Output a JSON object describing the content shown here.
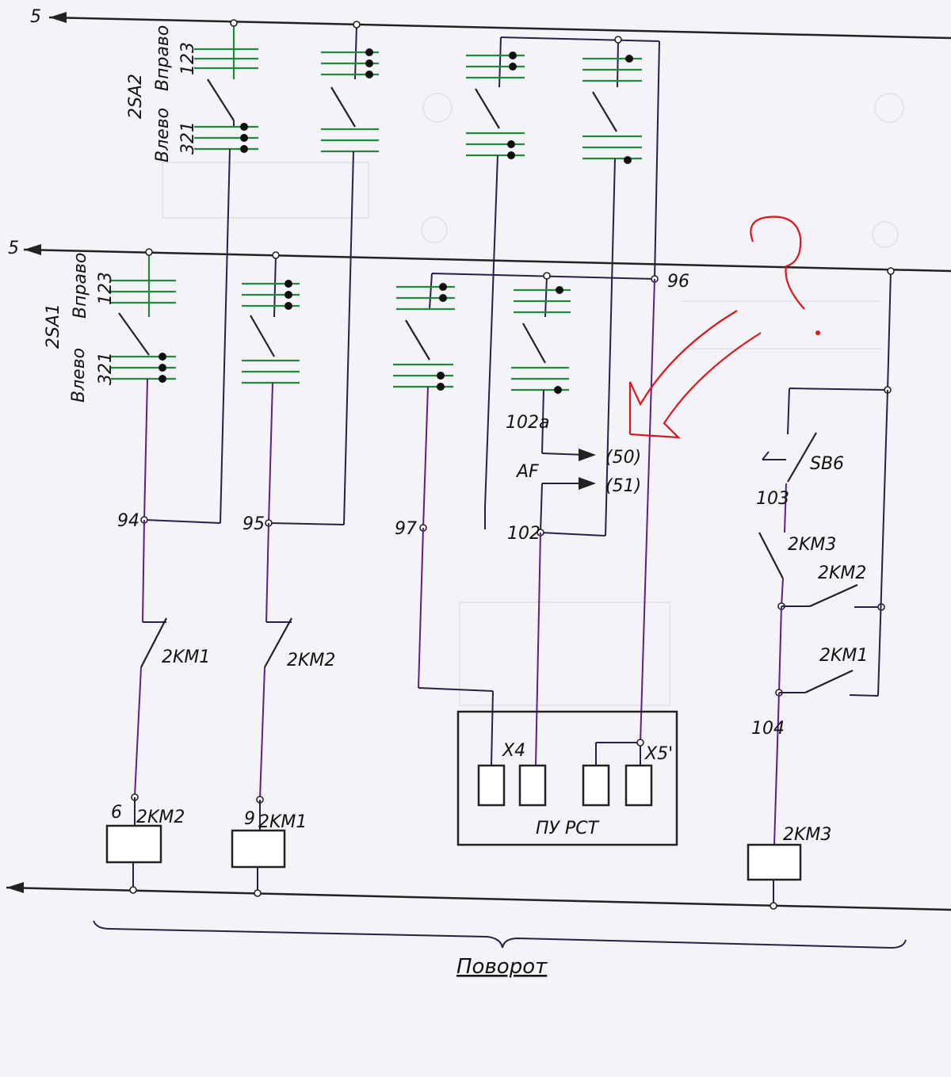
{
  "buses": {
    "top_label": "5",
    "mid_label": "5"
  },
  "switches": {
    "sa2": {
      "name": "2SA2",
      "right": "Вправо",
      "right_num": "123",
      "left": "Влево",
      "left_num": "321"
    },
    "sa1": {
      "name": "2SA1",
      "right": "Вправо",
      "right_num": "123",
      "left": "Влево",
      "left_num": "321"
    }
  },
  "nodes": {
    "n94": "94",
    "n95": "95",
    "n96": "96",
    "n97": "97",
    "n102": "102",
    "n102a": "102а",
    "n103": "103",
    "n104": "104",
    "n6": "6",
    "n9": "9"
  },
  "contacts": {
    "c_2km1": "2KM1",
    "c_2km2": "2KM2",
    "c_2km3": "2KM3",
    "c_2km2_r": "2KM2",
    "c_2km1_r": "2KM1",
    "sb6": "SB6"
  },
  "coils": {
    "coil1": "2KM2",
    "coil2": "2KM1",
    "coil3": "2KM3"
  },
  "af": {
    "label": "AF",
    "t50": "(50)",
    "t51": "(51)"
  },
  "controller": {
    "name": "ПУ РСТ",
    "x4": "X4",
    "x5": "X5'"
  },
  "annotation": {
    "mark": "?"
  },
  "section": {
    "title": "Поворот"
  },
  "colors": {
    "wire": "#2a1f48",
    "accent_green": "#1e8a3a",
    "annotation": "#e0141a"
  }
}
